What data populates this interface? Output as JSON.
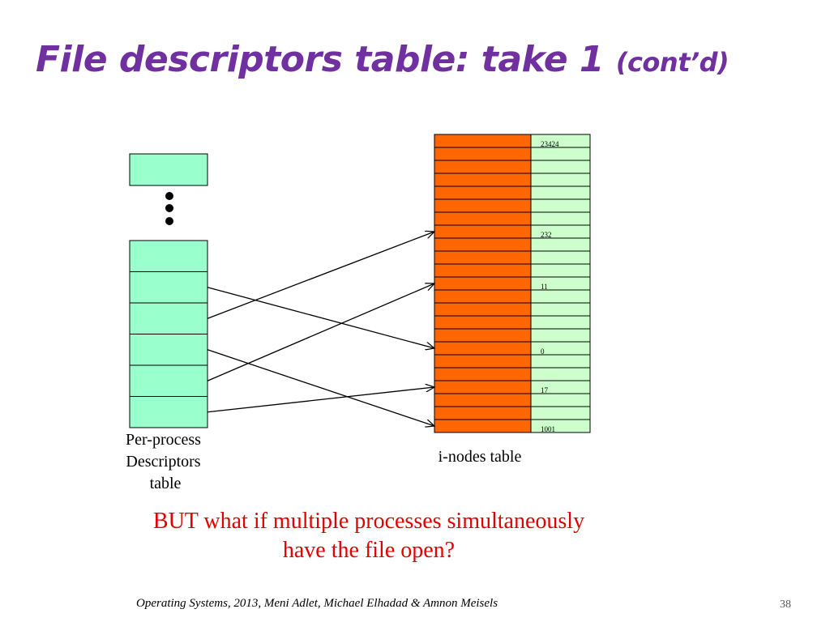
{
  "slide": {
    "title": "File descriptors table: take 1",
    "title_suffix": "(cont’d)",
    "question_line1": "BUT what if multiple processes simultaneously",
    "question_line2": "have the file open?",
    "footer": "Operating Systems, 2013, Meni Adlet, Michael Elhadad & Amnon Meisels",
    "page_number": "38"
  },
  "descriptors_table": {
    "label_lines": [
      "Per-process",
      "Descriptors",
      "table"
    ],
    "row_count": 6,
    "color": "#99ffcc"
  },
  "inodes_table": {
    "label": "i-nodes table",
    "row_count": 23,
    "left_color": "#ff6600",
    "right_color": "#ccffcc",
    "values": [
      {
        "row": 0,
        "text": "23424"
      },
      {
        "row": 7,
        "text": "232"
      },
      {
        "row": 11,
        "text": "11"
      },
      {
        "row": 16,
        "text": "0"
      },
      {
        "row": 19,
        "text": "17"
      },
      {
        "row": 22,
        "text": "1001"
      }
    ]
  },
  "pointers": [
    {
      "from_row": 1,
      "to_row": 16
    },
    {
      "from_row": 2,
      "to_row": 7
    },
    {
      "from_row": 3,
      "to_row": 22
    },
    {
      "from_row": 4,
      "to_row": 11
    },
    {
      "from_row": 5,
      "to_row": 19
    }
  ]
}
